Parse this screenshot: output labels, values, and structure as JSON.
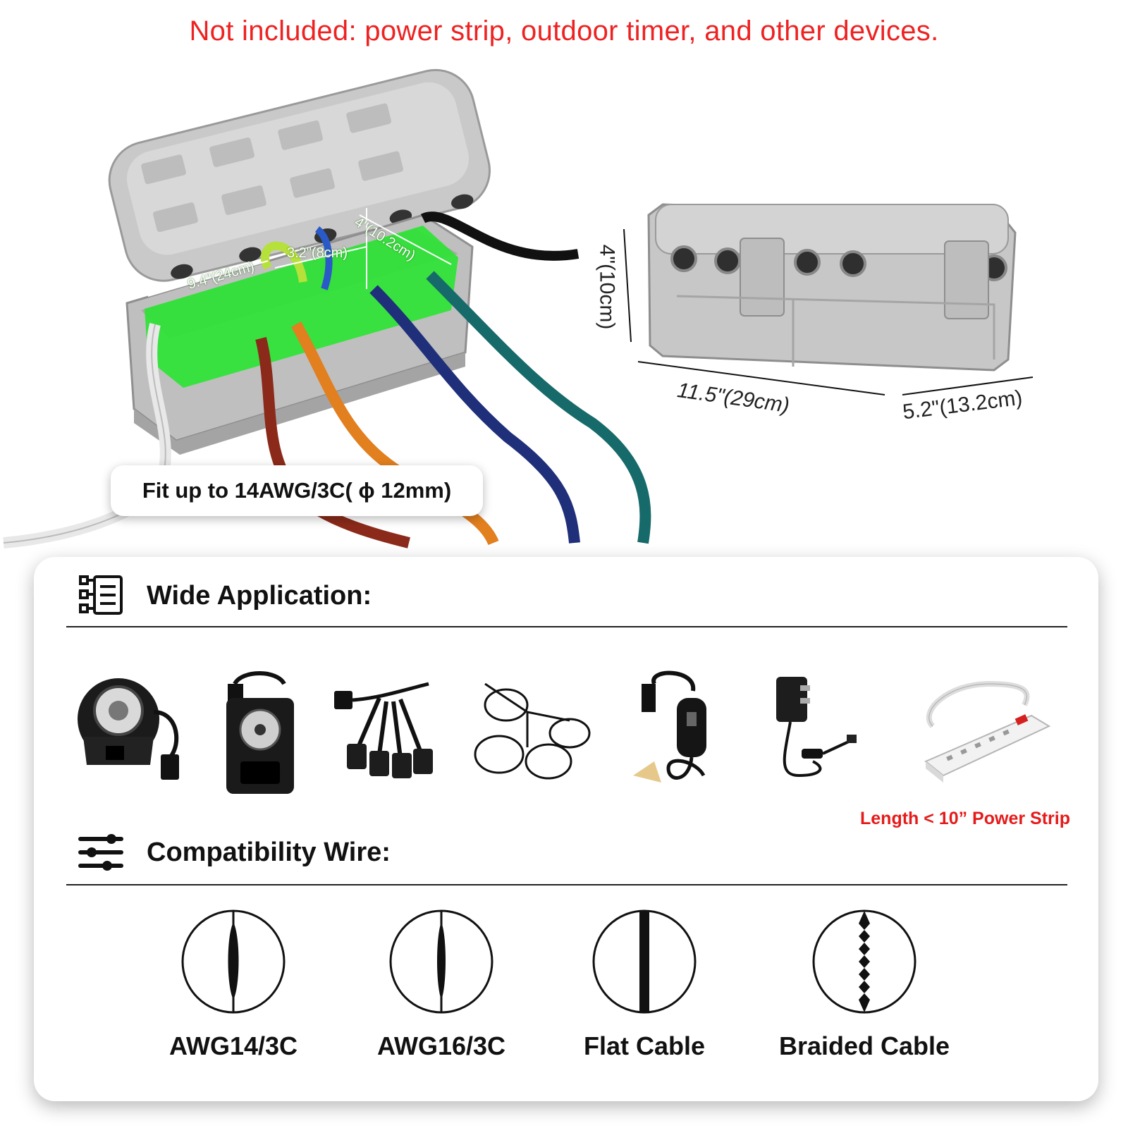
{
  "notice": "Not included: power strip, outdoor timer, and other devices.",
  "dimensions": {
    "inner_length": "9.4\"(24cm)",
    "inner_width": "3.2\"(8cm)",
    "inner_height": "4\"(10.2cm)",
    "outer_height": "4\"(10cm)",
    "outer_length": "11.5\"(29cm)",
    "outer_width": "5.2\"(13.2cm)"
  },
  "fit_label": "Fit up to 14AWG/3C( ϕ 12mm)",
  "wide_application": {
    "title": "Wide Application:",
    "icon": "list-icon",
    "devices": [
      "round-timer",
      "outdoor-timer",
      "splitter-cord",
      "y-splitter-cable",
      "gfci-cord",
      "power-adapter",
      "power-strip"
    ],
    "power_strip_note": "Length < 10” Power Strip"
  },
  "compatibility": {
    "title": "Compatibility Wire:",
    "icon": "sliders-icon",
    "wires": [
      {
        "label": "AWG14/3C",
        "kind": "round"
      },
      {
        "label": "AWG16/3C",
        "kind": "round"
      },
      {
        "label": "Flat Cable",
        "kind": "flat"
      },
      {
        "label": "Braided Cable",
        "kind": "braided"
      }
    ]
  },
  "colors": {
    "notice": "#ee2222",
    "highlight": "#22e02a",
    "box": "#c8c8c8",
    "cables": [
      "#e8e8e8",
      "#8b2a1a",
      "#e27f1f",
      "#1f2f7a",
      "#176a6a"
    ]
  }
}
